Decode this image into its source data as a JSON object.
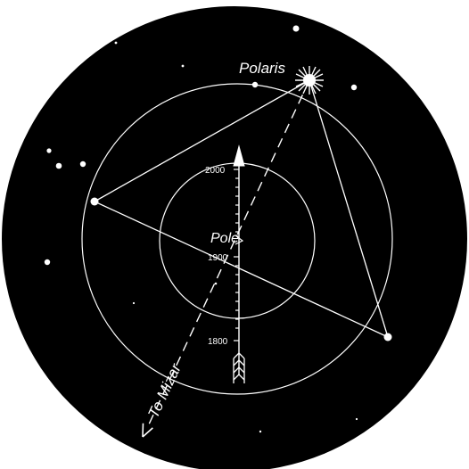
{
  "labels": {
    "polaris": "Polaris",
    "pole": "Pole",
    "to_mizar": "To Mizar"
  },
  "scale_ticks": [
    "2000",
    "1900",
    "1800"
  ],
  "colors": {
    "sky": "#000000",
    "ink": "#ffffff",
    "background": "#ffffff"
  },
  "icons": {
    "polaris_star": "star-burst-icon",
    "arrow_fletching": "arrow-fletching-icon",
    "arrowhead": "arrowhead-icon"
  }
}
